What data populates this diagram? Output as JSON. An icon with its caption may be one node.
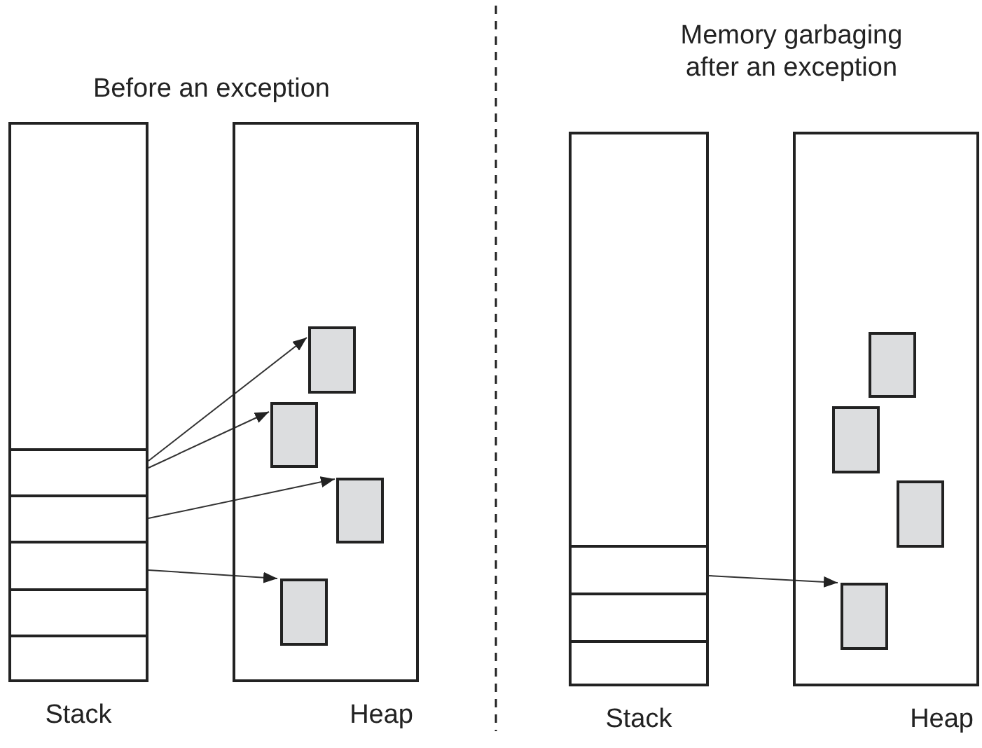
{
  "diagram": {
    "nodes": [
      {
        "text": [
          "Stack"
        ]
      },
      {
        "text": [],
        "shape": "box",
        "in": 0
      },
      {
        "text": [],
        "shape": "box",
        "in": 0
      },
      {
        "text": [],
        "shape": "box",
        "in": 0
      },
      {
        "text": [],
        "shape": "box",
        "in": 0
      },
      {
        "text": [],
        "shape": "box",
        "in": 0
      },
      {
        "text": [
          "Heap"
        ]
      },
      {
        "text": [],
        "shape": "box",
        "in": 6
      },
      {
        "text": [],
        "shape": "box",
        "in": 6
      },
      {
        "text": [],
        "shape": "box",
        "in": 6
      },
      {
        "text": [],
        "shape": "box",
        "in": 6
      },
      {
        "text": [
          "Stack"
        ]
      },
      {
        "text": [],
        "shape": "box",
        "in": 11
      },
      {
        "text": [],
        "shape": "box",
        "in": 11
      },
      {
        "text": [],
        "shape": "box",
        "in": 11
      },
      {
        "text": [
          "Heap"
        ]
      },
      {
        "text": [],
        "shape": "box",
        "in": 15
      },
      {
        "text": [],
        "shape": "box",
        "in": 15
      },
      {
        "text": [],
        "shape": "box",
        "in": 15
      },
      {
        "text": [],
        "shape": "box",
        "in": 15
      }
    ],
    "edges": [
      {
        "from": 1,
        "to": 7,
        "arrow": "to"
      },
      {
        "from": 1,
        "to": 8,
        "arrow": "to"
      },
      {
        "from": 2,
        "to": 9,
        "arrow": "to"
      },
      {
        "from": 3,
        "to": 10,
        "arrow": "to"
      },
      {
        "from": 12,
        "to": 19,
        "arrow": "to"
      }
    ],
    "labels": [
      "Before an exception",
      "Memory garbaging after an exception"
    ]
  }
}
